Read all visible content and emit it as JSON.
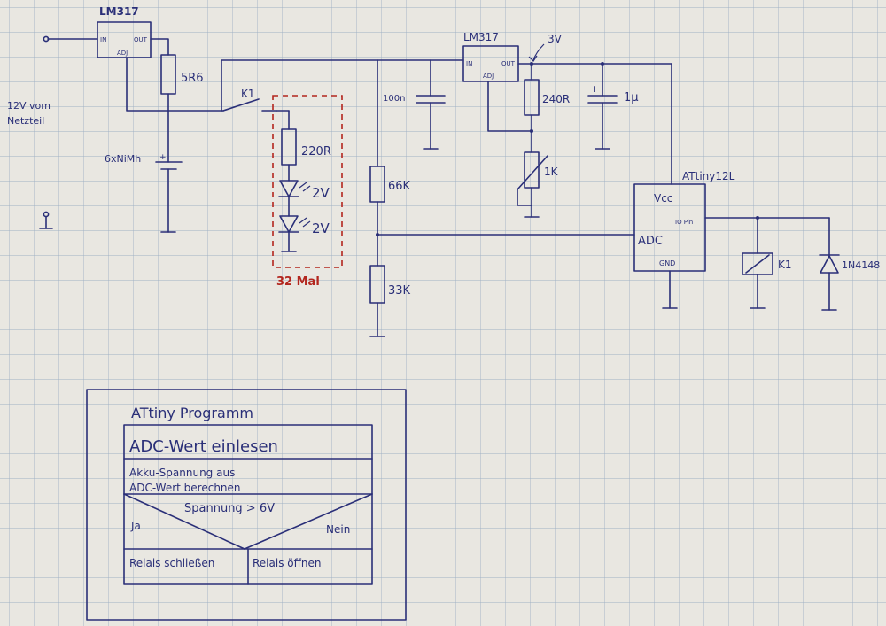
{
  "schematic": {
    "reg1": {
      "name": "LM317",
      "pin_in": "IN",
      "pin_out": "OUT",
      "pin_adj": "ADJ"
    },
    "reg2": {
      "name": "LM317",
      "pin_in": "IN",
      "pin_out": "OUT",
      "pin_adj": "ADJ"
    },
    "r_charge": "5R6",
    "supply_label_1": "12V vom",
    "supply_label_2": "Netzteil",
    "battery": "6xNiMh",
    "battery_plus": "+",
    "relay_contact": "K1",
    "r_led": "220R",
    "led1": "2V",
    "led2": "2V",
    "led_group_count": "32 Mal",
    "cap1": "100n",
    "r_div_top": "66K",
    "r_div_bottom": "33K",
    "out_voltage": "3V",
    "r_set": "240R",
    "pot": "1K",
    "cap2": "1µ",
    "cap2_plus": "+",
    "mcu": {
      "name": "ATtiny12L",
      "vcc": "Vcc",
      "io": "IO Pin",
      "adc": "ADC",
      "gnd": "GND"
    },
    "relay_coil": "K1",
    "diode": "1N4148"
  },
  "program": {
    "title": "ATtiny Programm",
    "step1": "ADC-Wert einlesen",
    "step2_line1": "Akku-Spannung aus",
    "step2_line2": "ADC-Wert berechnen",
    "condition": "Spannung > 6V",
    "yes": "Ja",
    "no": "Nein",
    "action_yes": "Relais schließen",
    "action_no": "Relais öffnen"
  },
  "colors": {
    "ink": "#2a2f78",
    "red_ink": "#b3261e",
    "paper": "#e9e7e1",
    "grid": "#9fb0c4"
  }
}
